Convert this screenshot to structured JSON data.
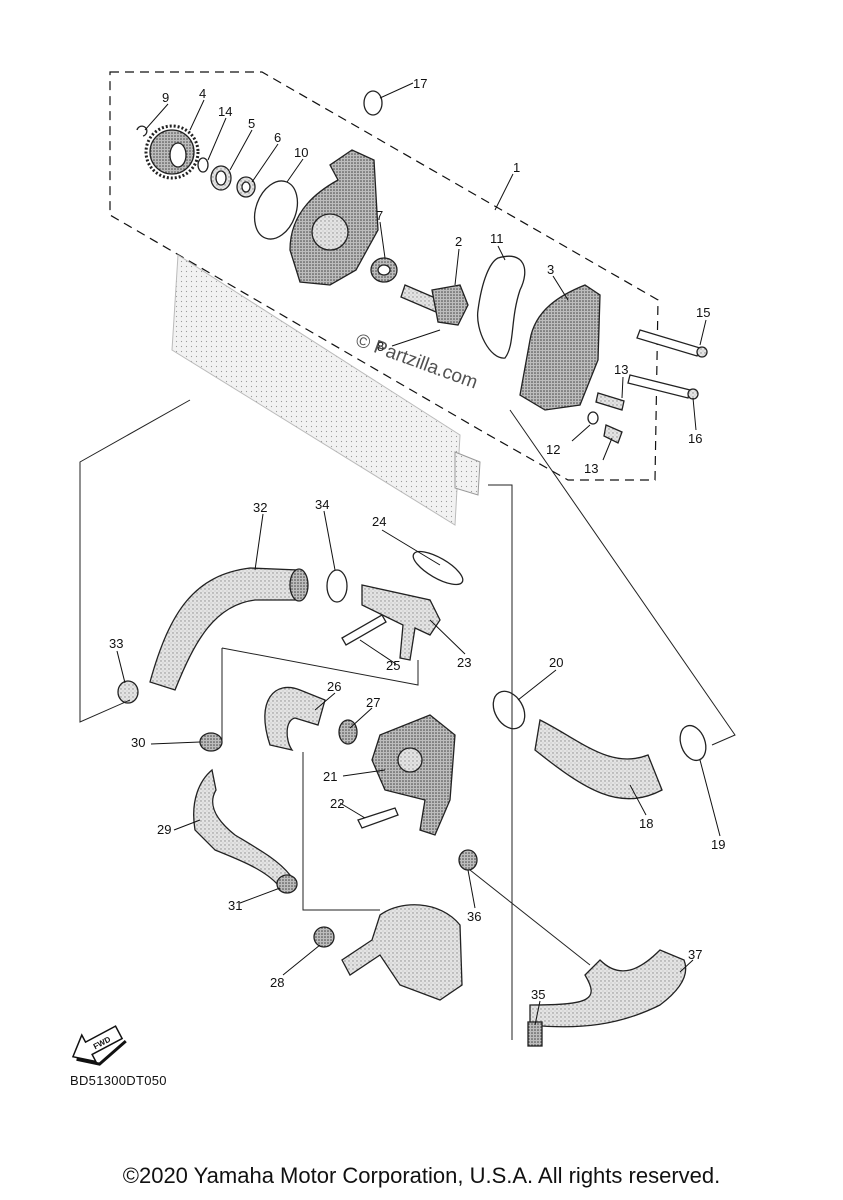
{
  "callouts": [
    "1",
    "2",
    "3",
    "4",
    "5",
    "6",
    "7",
    "8",
    "9",
    "10",
    "11",
    "12",
    "13",
    "13",
    "14",
    "15",
    "16",
    "17",
    "18",
    "19",
    "20",
    "21",
    "22",
    "23",
    "24",
    "25",
    "26",
    "27",
    "28",
    "29",
    "30",
    "31",
    "32",
    "33",
    "34",
    "35",
    "36",
    "37"
  ],
  "diagram_code": "BD51300DT050",
  "copyright": "©2020 Yamaha Motor Corporation, U.S.A. All rights reserved.",
  "watermark": "© Partzilla.com",
  "fwd_label": "FWD"
}
